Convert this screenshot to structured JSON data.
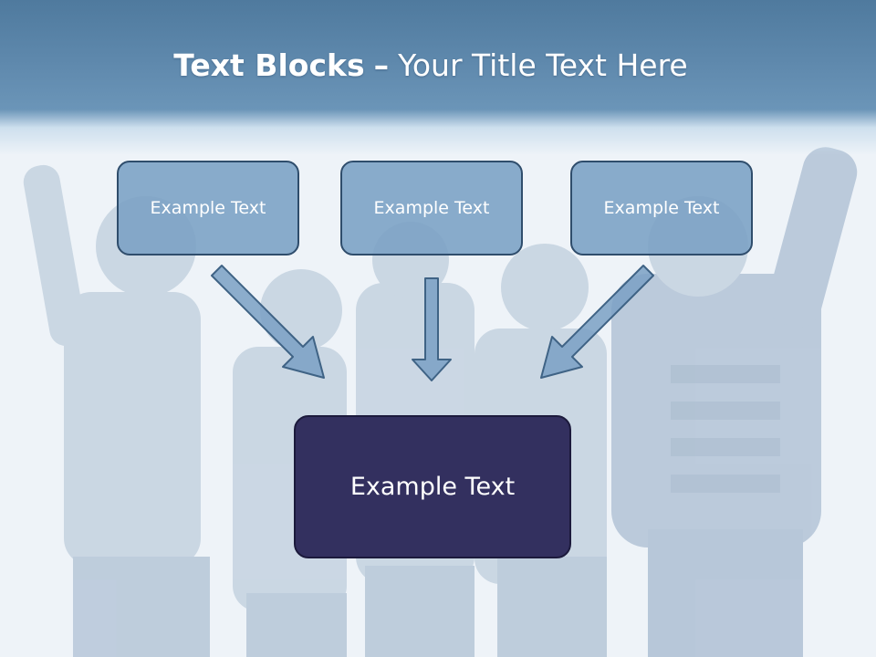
{
  "slide": {
    "title_bold": "Text Blocks",
    "title_dash": "–",
    "title_rest": "Your Title Text Here"
  },
  "blocks": {
    "top_left": "Example Text",
    "top_center": "Example Text",
    "top_right": "Example Text",
    "main": "Example Text"
  },
  "colors": {
    "title_band": "#5f89ad",
    "small_box_fill": "#7aa0c4",
    "small_box_border": "#2f4d6c",
    "main_box_fill": "#33305f",
    "arrow_fill": "#7aa0c4"
  },
  "icons": {
    "arrow_left": "arrow-down-right-icon",
    "arrow_center": "arrow-down-icon",
    "arrow_right": "arrow-down-left-icon"
  }
}
